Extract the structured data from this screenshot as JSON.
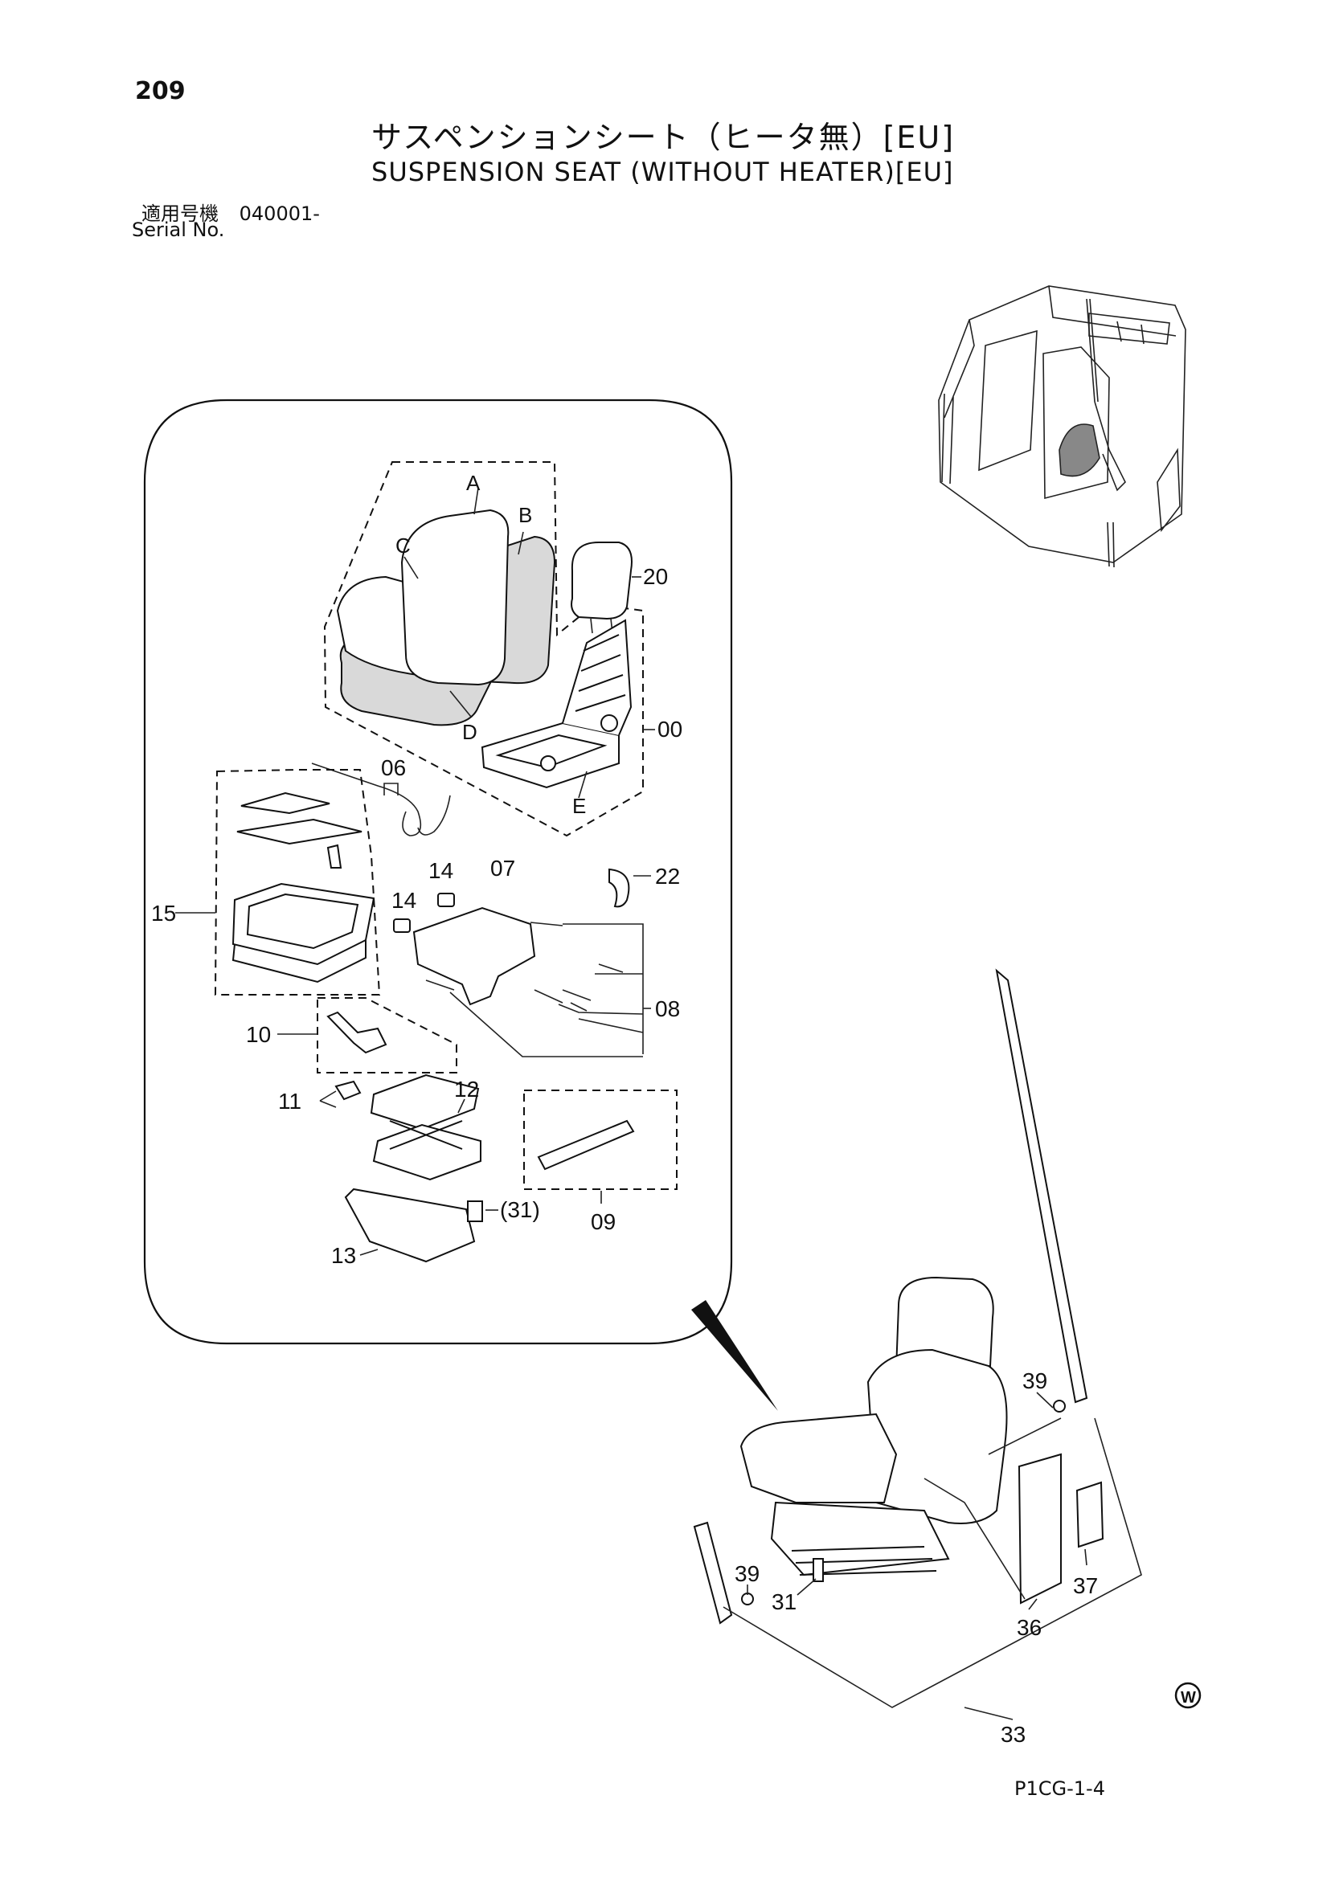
{
  "page": {
    "number": "209",
    "title_jp": "サスペンションシート（ヒータ無）[EU]",
    "title_en": "SUSPENSION SEAT (WITHOUT HEATER)[EU]",
    "serial_label_jp": "適用号機",
    "serial_value": "040001-",
    "serial_label_en": "Serial No.",
    "footer_code": "P1CG-1-4",
    "mark": "W"
  },
  "callouts": {
    "A": "A",
    "B": "B",
    "C": "C",
    "D": "D",
    "E": "E",
    "p20": "20",
    "p00": "00",
    "p06": "06",
    "p22": "22",
    "p14a": "14",
    "p14b": "14",
    "p07": "07",
    "p15": "15",
    "p08": "08",
    "p10": "10",
    "p11": "11",
    "p12": "12",
    "p31a": "(31)",
    "p09": "09",
    "p13": "13",
    "p39a": "39",
    "p39b": "39",
    "p31b": "31",
    "p36": "36",
    "p37": "37",
    "p33": "33"
  }
}
